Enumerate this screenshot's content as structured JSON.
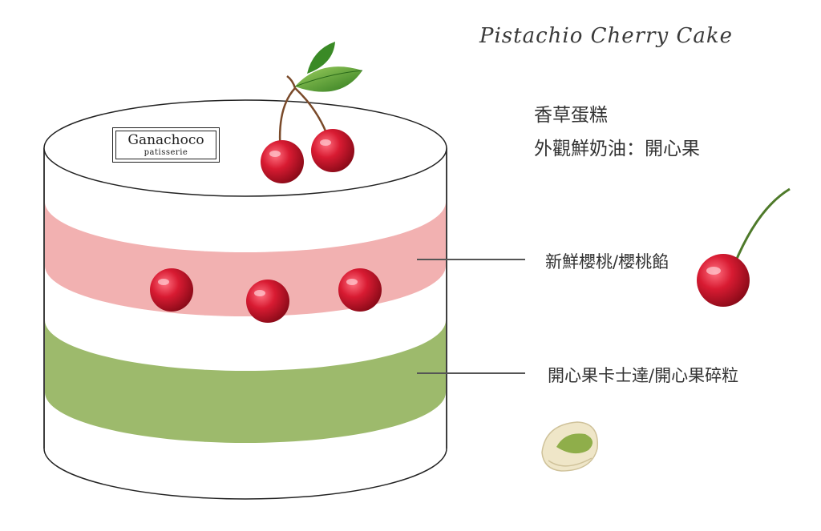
{
  "title": "Pistachio Cherry Cake",
  "info": {
    "name": "香草蛋糕",
    "frosting": "外觀鮮奶油：開心果"
  },
  "logo": {
    "main": "Ganachoco",
    "sub": "patisserie"
  },
  "layers": {
    "cherry_label": "新鮮櫻桃/櫻桃餡",
    "pistachio_label": "開心果卡士達/開心果碎粒"
  },
  "colors": {
    "cherry_layer": "#f2b1b1",
    "pistachio_layer": "#9dba6c",
    "cherry": "#c8102e",
    "leaf": "#4e9a2e",
    "outline": "#222222"
  }
}
